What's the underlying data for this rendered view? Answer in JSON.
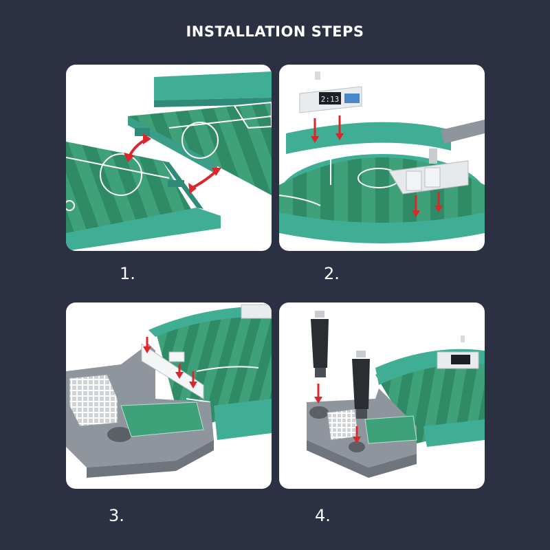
{
  "header": {
    "title": "INSTALLATION STEPS"
  },
  "steps": [
    {
      "number": "1.",
      "icon": "field-halves-join-illustration"
    },
    {
      "number": "2.",
      "icon": "scoreboard-and-goal-mount-illustration"
    },
    {
      "number": "3.",
      "icon": "goal-bracket-attach-illustration"
    },
    {
      "number": "4.",
      "icon": "handles-insert-illustration"
    }
  ],
  "scoreboard": {
    "score": "2:13"
  },
  "colors": {
    "background": "#2b3042",
    "panel": "#ffffff",
    "field_light": "#3fa17a",
    "field_dark": "#2f8a66",
    "wall": "#3fae95",
    "frame_gray": "#8f959c",
    "arrow_red": "#d9272e",
    "handle_black": "#2a2e33"
  }
}
